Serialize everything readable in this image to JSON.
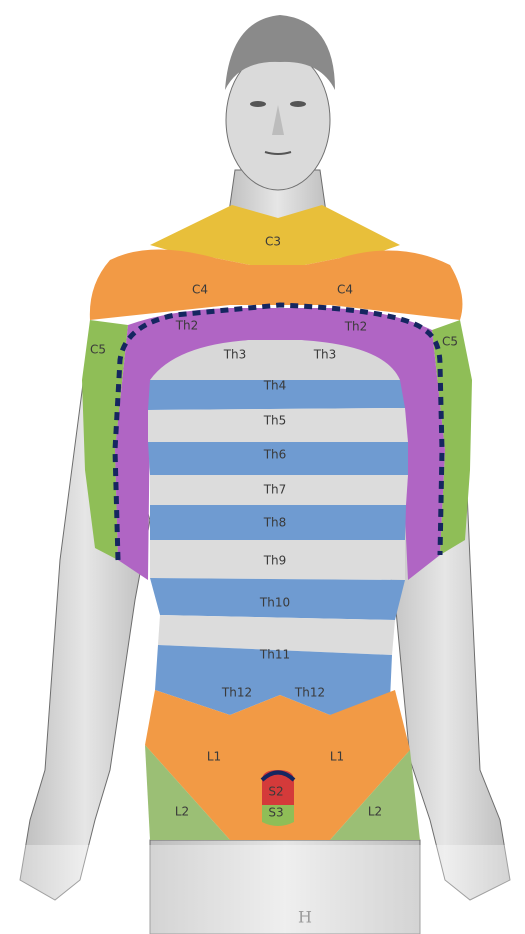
{
  "colors": {
    "yellow": "#e8bf3a",
    "orange": "#f29a45",
    "green": "#8fbe57",
    "purple": "#b065c4",
    "blue": "#6f9bd1",
    "skin": "#d9d9d9",
    "dotted_line": "#152660",
    "red": "#d43a3a"
  },
  "labels": {
    "c3": "C3",
    "c4_left": "C4",
    "c4_right": "C4",
    "c5_left": "C5",
    "c5_right": "C5",
    "th2_left": "Th2",
    "th2_right": "Th2",
    "th3_left": "Th3",
    "th3_right": "Th3",
    "th4": "Th4",
    "th5": "Th5",
    "th6": "Th6",
    "th7": "Th7",
    "th8": "Th8",
    "th9": "Th9",
    "th10": "Th10",
    "th11": "Th11",
    "th12_left": "Th12",
    "th12_right": "Th12",
    "l1_left": "L1",
    "l1_right": "L1",
    "l2_left": "L2",
    "l2_right": "L2",
    "s2": "S2",
    "s3": "S3"
  },
  "watermark": "H"
}
